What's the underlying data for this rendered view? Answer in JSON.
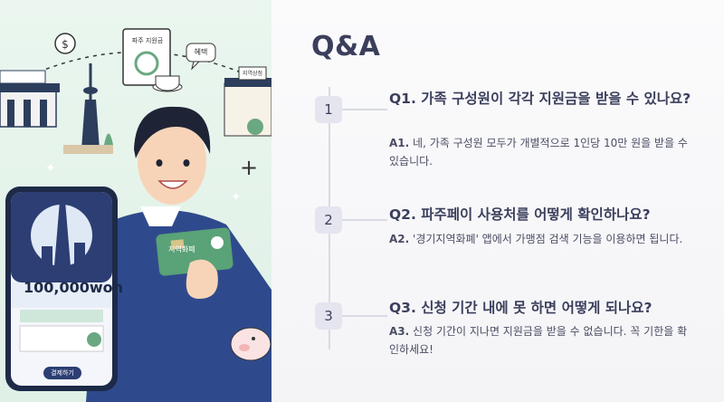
{
  "illustration": {
    "phone_amount": "100,000won",
    "phone_button": "결제하기",
    "card_label": "지역화폐",
    "sign_text": "파주 지원금",
    "store_sign": "지역상점",
    "bubble_text": "혜택"
  },
  "title": "Q&A",
  "items": [
    {
      "num": "1",
      "question": "Q1. 가족 구성원이 각각 지원금을 받을 수 있나요?",
      "answer_prefix": "A1.",
      "answer": "네, 가족 구성원 모두가 개별적으로 1인당 10만 원을 받을 수 있습니다."
    },
    {
      "num": "2",
      "question": "Q2. 파주페이 사용처를 어떻게 확인하나요?",
      "answer_prefix": "A2.",
      "answer": "'경기지역화폐' 앱에서 가맹점 검색 기능을 이용하면 됩니다."
    },
    {
      "num": "3",
      "question": "Q3. 신청 기간 내에 못 하면 어떻게 되나요?",
      "answer_prefix": "A3.",
      "answer": "신청 기간이 지나면 지원금을 받을 수 없습니다. 꼭 기한을 확인하세요!"
    }
  ]
}
